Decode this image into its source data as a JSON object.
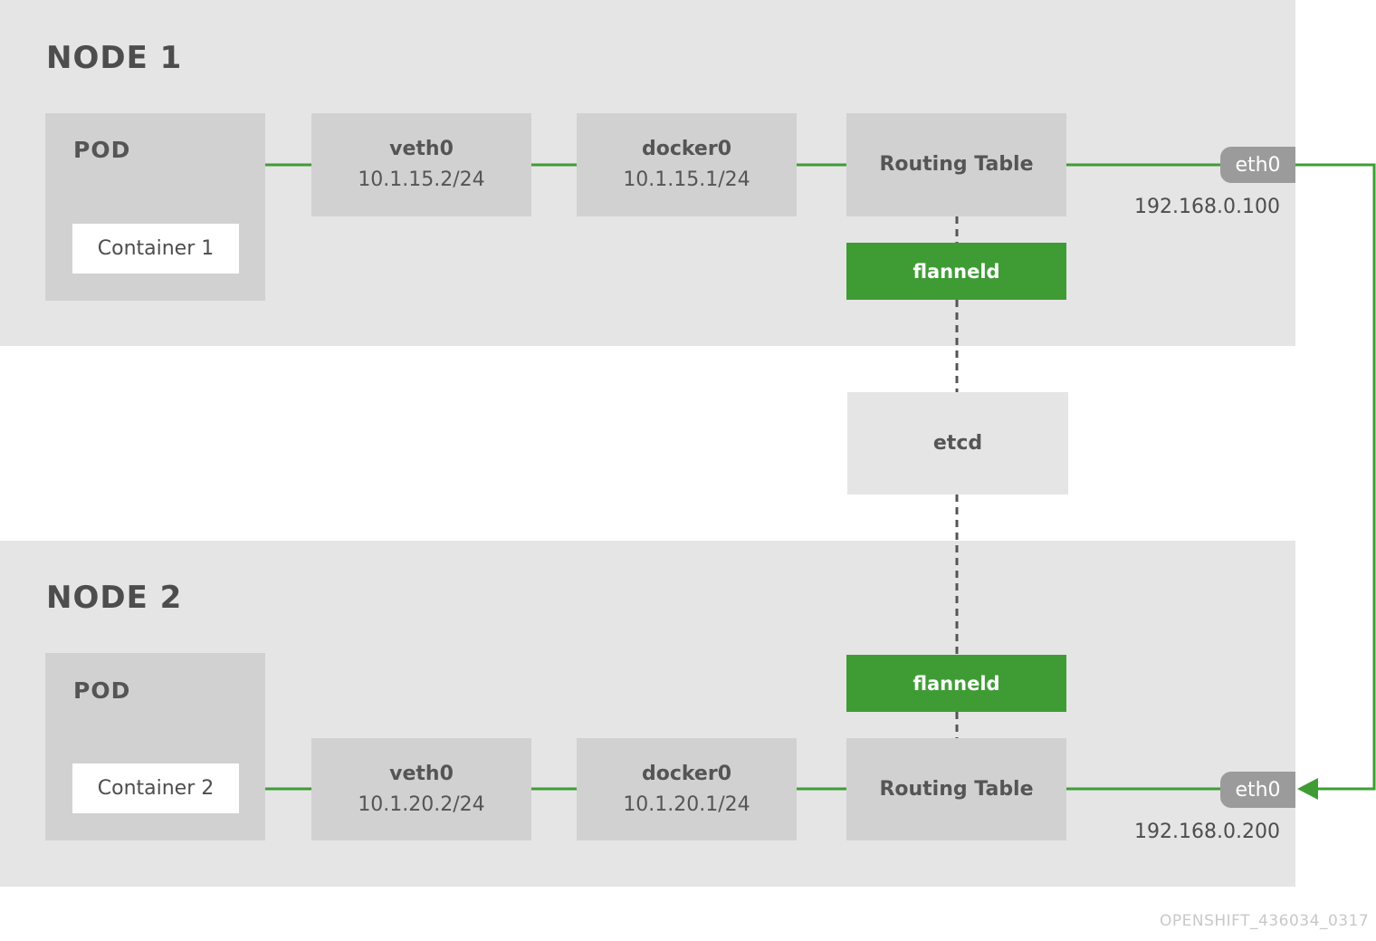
{
  "node1": {
    "title": "NODE 1",
    "pod_title": "POD",
    "container": "Container 1",
    "veth": {
      "name": "veth0",
      "ip": "10.1.15.2/24"
    },
    "docker": {
      "name": "docker0",
      "ip": "10.1.15.1/24"
    },
    "routing": "Routing Table",
    "flanneld": "flanneld",
    "eth": "eth0",
    "eth_ip": "192.168.0.100"
  },
  "etcd": "etcd",
  "node2": {
    "title": "NODE 2",
    "pod_title": "POD",
    "container": "Container 2",
    "veth": {
      "name": "veth0",
      "ip": "10.1.20.2/24"
    },
    "docker": {
      "name": "docker0",
      "ip": "10.1.20.1/24"
    },
    "routing": "Routing Table",
    "flanneld": "flanneld",
    "eth": "eth0",
    "eth_ip": "192.168.0.200"
  },
  "watermark": "OPENSHIFT_436034_0317",
  "colors": {
    "accent_green": "#3f9c35",
    "panel": "#e5e5e5",
    "box": "#d1d1d1",
    "eth_tag": "#9b9b9b"
  }
}
